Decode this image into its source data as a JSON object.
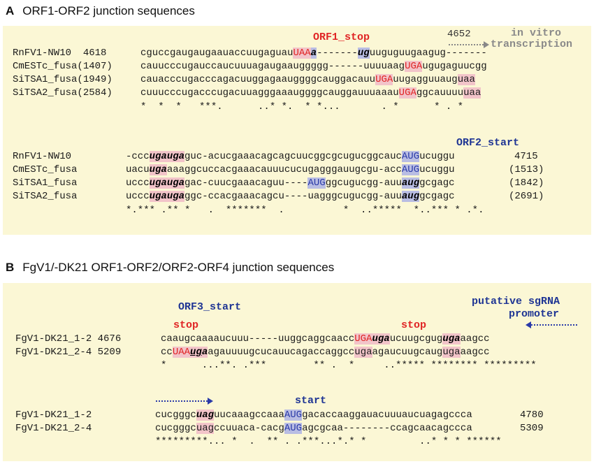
{
  "panel_a": {
    "letter": "A",
    "title": "ORF1-ORF2 junction sequences",
    "labels": {
      "orf1_stop": "ORF1_stop",
      "orf2_start": "ORF2_start",
      "pos_4652": "4652",
      "in_vitro": "in vitro",
      "transcription": "transcription"
    },
    "block1": {
      "names": [
        "RnFV1-NW10  4618",
        "CmESTc_fusa(1407)",
        "SiTSA1_fusa(1949)",
        "SiTSA2_fusa(2584)"
      ],
      "consensus": "*  *  *   ***.      ..* *.  * *...       . *      * . *"
    },
    "block2": {
      "names": [
        "RnFV1-NW10",
        "CmESTc_fusa",
        "SiTSA1_fusa",
        "SiTSA2_fusa"
      ],
      "ends": [
        "4715",
        "(1513)",
        "(1842)",
        "(2691)"
      ],
      "consensus": "*.*** .** *   .  *******  .          *  ..*****  *..*** * .*."
    }
  },
  "panel_b": {
    "letter": "B",
    "title": "FgV1/-DK21 ORF1-ORF2/ORF2-ORF4 junction sequences",
    "labels": {
      "orf3_start": "ORF3_start",
      "stop1": "stop",
      "stop2": "stop",
      "putative": "putative sgRNA",
      "promoter": "promoter",
      "start": "start"
    },
    "block1": {
      "names": [
        "FgV1-DK21_1-2 4676",
        "FgV1-DK21_2-4 5209"
      ],
      "consensus": "*      ...**. .***        ** .  *     ..***** ******** *********"
    },
    "block2": {
      "names": [
        "FgV1-DK21_1-2",
        "FgV1-DK21_2-4"
      ],
      "ends": [
        "4780",
        "5309"
      ],
      "consensus": "*********... *  .  ** . .***...*.* *         ..* * * ******"
    }
  }
}
